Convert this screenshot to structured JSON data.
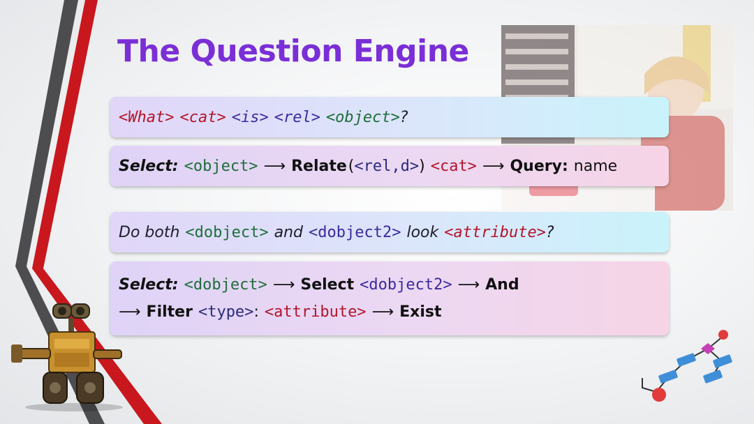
{
  "slide": {
    "title": "The Question Engine",
    "template_1": {
      "what": "<What>",
      "cat": "<cat>",
      "is": "<is>",
      "rel": "<rel>",
      "object": "<object>",
      "qmark": "?"
    },
    "program_1": {
      "select": "Select:",
      "object": "<object>",
      "arrow": "⟶",
      "relate": "Relate",
      "paren_open": "(",
      "rel_d": "<rel,d>",
      "paren_close": ")",
      "cat": "<cat>",
      "query": "Query:",
      "name": "name"
    },
    "template_2": {
      "do_both": "Do both",
      "dobject": "<dobject>",
      "and": "and",
      "dobject2": "<dobject2>",
      "look": "look",
      "attribute": "<attribute>",
      "qmark": "?"
    },
    "program_2": {
      "select": "Select:",
      "dobject": "<dobject>",
      "arrow": "⟶",
      "select2": "Select",
      "dobject2": "<dobject2>",
      "and": "And",
      "filter": "Filter",
      "type": "<type>",
      "colon": ":",
      "attribute": "<attribute>",
      "exist": "Exist"
    }
  },
  "colors": {
    "title": "#7a2fd6",
    "stripe_red": "#c8171d",
    "stripe_gray": "#4d4d4f",
    "token_red": "#b3152b",
    "token_purple": "#3c2a9c",
    "token_green": "#1d6e3a"
  },
  "decorations": {
    "left_image": "wall-e-robot",
    "right_image": "flowchart-icon",
    "background_photo": "girl-in-kitchen-photo"
  }
}
